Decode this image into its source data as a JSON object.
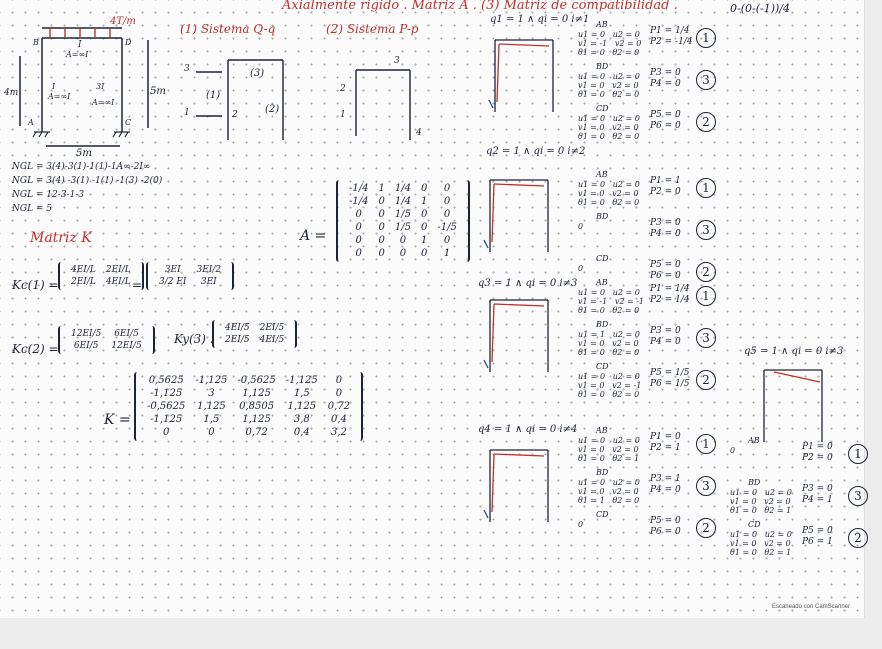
{
  "header": {
    "title": "Axialmente rigido . Matriz A . (3) Matriz de compatibilidad .",
    "corner_note": "0-(0-(-1))/4"
  },
  "frame": {
    "load": "4T/m",
    "member_top": "I",
    "member_top_sub": "A=∞I",
    "left_col_1": "I",
    "left_col_2": "A=∞I",
    "right_col_1": "3I",
    "right_col_2": "A=∞I",
    "height": "4m",
    "right_dim": "5m",
    "span": "5m",
    "nodes": [
      "B",
      "D",
      "A",
      "C"
    ]
  },
  "sistema_q": {
    "label": "(1) Sistema Q-q",
    "dofs": [
      "3",
      "1",
      "2"
    ],
    "members": [
      "(3)",
      "(1)",
      "(2)"
    ]
  },
  "sistema_p": {
    "label": "(2) Sistema P-p",
    "dofs": [
      "2",
      "1",
      "3",
      "4"
    ]
  },
  "ngl": [
    "NGL = 3(4)-3(1)-1(1)-1A∞-2I∞",
    "NGL = 3(4) -3(1) -1(1) -1(3) -2(0)",
    "NGL = 12-3-1-3",
    "NGL = 5"
  ],
  "matriz_k": {
    "title": "Matriz K",
    "kc1_label": "Kc(1) =",
    "kc1": [
      [
        "4EI/L",
        "2EI/L"
      ],
      [
        "2EI/L",
        "4EI/L"
      ]
    ],
    "kc1_eq": [
      [
        "3EI",
        "3EI/2"
      ],
      [
        "3/2 EI",
        "3EI"
      ]
    ],
    "kc2_label": "Kc(2) =",
    "kc2": [
      [
        "12EI/5",
        "6EI/5"
      ],
      [
        "6EI/5",
        "12EI/5"
      ]
    ],
    "ky3_label": "Ky(3) .",
    "ky3": [
      [
        "4EI/5",
        "2EI/5"
      ],
      [
        "2EI/5",
        "4EI/5"
      ]
    ],
    "k_label": "K =",
    "k": [
      [
        "0,5625",
        "-1,125",
        "-0,5625",
        "-1,125",
        "0"
      ],
      [
        "-1,125",
        "3",
        "1,125",
        "1,5",
        "0"
      ],
      [
        "-0,5625",
        "1,125",
        "0,8505",
        "1,125",
        "0,72"
      ],
      [
        "-1,125",
        "1,5",
        "1,125",
        "3,8",
        "0,4"
      ],
      [
        "0",
        "0",
        "0,72",
        "0,4",
        "3,2"
      ]
    ]
  },
  "matriz_a": {
    "label": "A =",
    "rows": [
      [
        "-1/4",
        "1",
        "1/4",
        "0",
        "0"
      ],
      [
        "-1/4",
        "0",
        "1/4",
        "1",
        "0"
      ],
      [
        "0",
        "0",
        "1/5",
        "0",
        "0"
      ],
      [
        "0",
        "0",
        "1/5",
        "0",
        "-1/5"
      ],
      [
        "0",
        "0",
        "0",
        "1",
        "0"
      ],
      [
        "0",
        "0",
        "0",
        "0",
        "1"
      ]
    ]
  },
  "cases": [
    {
      "title": "q1 = 1 ∧ qi = 0  i≠1",
      "blocks": [
        {
          "member": "AB",
          "lines": [
            "u1 = 0   u2 = 0",
            "v1 = -1   v2 = 0",
            "θ1 = 0   θ2 = 0"
          ],
          "p": [
            "P1 = 1/4",
            "P2 = -1/4"
          ],
          "circle": "1"
        },
        {
          "member": "BD",
          "lines": [
            "u1 = 0   u2 = 0",
            "v1 = 0   v2 = 0",
            "θ1 = 0   θ2 = 0"
          ],
          "p": [
            "P3 = 0",
            "P4 = 0"
          ],
          "circle": "3"
        },
        {
          "member": "CD",
          "lines": [
            "u1 = 0   u2 = 0",
            "v1 = 0   v2 = 0",
            "θ1 = 0   θ2 = 0"
          ],
          "p": [
            "P5 = 0",
            "P6 = 0"
          ],
          "circle": "2"
        }
      ]
    },
    {
      "title": "q2 = 1 ∧ qi = 0  i≠2",
      "blocks": [
        {
          "member": "AB",
          "lines": [
            "u1 = 0   u2 = 0",
            "v1 = 0   v2 = 0",
            "θ1 = 0   θ2 = 0"
          ],
          "p": [
            "P1 = 1",
            "P2 = 0"
          ],
          "circle": "1"
        },
        {
          "member": "BD",
          "lines": [
            "0"
          ],
          "p": [
            "P3 = 0",
            "P4 = 0"
          ],
          "circle": "3"
        },
        {
          "member": "CD",
          "lines": [
            "0"
          ],
          "p": [
            "P5 = 0",
            "P6 = 0"
          ],
          "circle": "2"
        }
      ]
    },
    {
      "title": "q3 = 1 ∧ qi = 0  i≠3",
      "blocks": [
        {
          "member": "AB",
          "lines": [
            "u1 = 0   u2 = 0",
            "v1 = -1   v2 = -1",
            "θ1 = 0   θ2 = 0"
          ],
          "p": [
            "P1 = 1/4",
            "P2 = 1/4"
          ],
          "circle": "1"
        },
        {
          "member": "BD",
          "lines": [
            "u1 = 1   u2 = 0",
            "v1 = 0   v2 = 0",
            "θ1 = 0   θ2 = 0"
          ],
          "p": [
            "P3 = 0",
            "P4 = 0"
          ],
          "circle": "3"
        },
        {
          "member": "CD",
          "lines": [
            "u1 = 0   u2 = 0",
            "v1 = 0   v2 = -1",
            "θ1 = 0   θ2 = 0"
          ],
          "p": [
            "P5 = 1/5",
            "P6 = 1/5"
          ],
          "circle": "2"
        }
      ]
    },
    {
      "title": "q4 = 1 ∧ qi = 0  i≠4",
      "blocks": [
        {
          "member": "AB",
          "lines": [
            "u1 = 0   u2 = 0",
            "v1 = 0   v2 = 0",
            "θ1 = 0   θ2 = 1"
          ],
          "p": [
            "P1 = 0",
            "P2 = 1"
          ],
          "circle": "1"
        },
        {
          "member": "BD",
          "lines": [
            "u1 = 0   u2 = 0",
            "v1 = 0   v2 = 0",
            "θ1 = 1   θ2 = 0"
          ],
          "p": [
            "P3 = 1",
            "P4 = 0"
          ],
          "circle": "3"
        },
        {
          "member": "CD",
          "lines": [
            "0"
          ],
          "p": [
            "P5 = 0",
            "P6 = 0"
          ],
          "circle": "2"
        }
      ]
    },
    {
      "title": "q5 = 1 ∧ qi = 0  i≠3",
      "blocks": [
        {
          "member": "AB",
          "lines": [
            "0"
          ],
          "p": [
            "P1 = 0",
            "P2 = 0"
          ],
          "circle": "1"
        },
        {
          "member": "BD",
          "lines": [
            "u1 = 0   u2 = 0",
            "v1 = 0   v2 = 0",
            "θ1 = 0   θ2 = 1"
          ],
          "p": [
            "P3 = 0",
            "P4 = 1"
          ],
          "circle": "3"
        },
        {
          "member": "CD",
          "lines": [
            "u1 = 0   u2 = 0",
            "v1 = 0   v2 = 0",
            "θ1 = 0   θ2 = 1"
          ],
          "p": [
            "P5 = 0",
            "P6 = 1"
          ],
          "circle": "2"
        }
      ]
    }
  ],
  "footer": "Escaneado con CamScanner",
  "colors": {
    "ink": "#1f2435",
    "red": "#c2302e",
    "blue": "#2d4aa8",
    "paper": "#fbfbfb"
  }
}
